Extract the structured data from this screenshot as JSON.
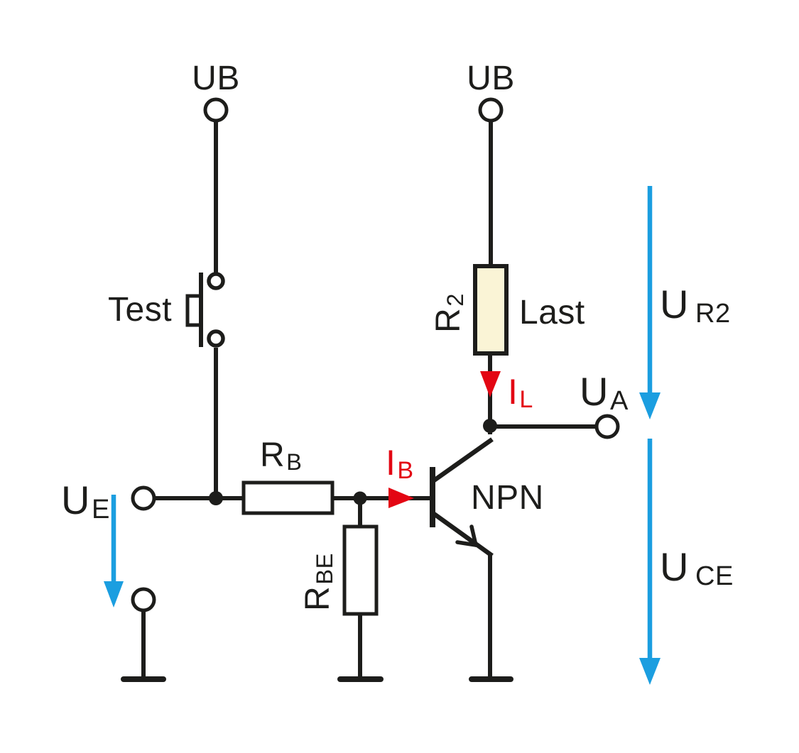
{
  "diagram": {
    "type": "circuit-schematic",
    "description": "NPN transistor switching stage with base resistor, base-emitter resistor, load resistor and test push-button",
    "colors": {
      "wire": "#1d1d1b",
      "current_arrow": "#e30613",
      "voltage_arrow": "#1b9ee0",
      "load_resistor_fill": "#faf4d6",
      "resistor_fill": "#ffffff",
      "background": "#ffffff"
    }
  },
  "labels": {
    "ub_left": "UB",
    "ub_right": "UB",
    "test": "Test",
    "u_e": {
      "base": "U",
      "sub": "E"
    },
    "r_b": {
      "base": "R",
      "sub": "B"
    },
    "r_be": {
      "base": "R",
      "sub": "BE"
    },
    "r_2": {
      "base": "R",
      "sub": "2"
    },
    "last": "Last",
    "i_b": {
      "base": "I",
      "sub": "B"
    },
    "i_l": {
      "base": "I",
      "sub": "L"
    },
    "npn": "NPN",
    "u_a": {
      "base": "U",
      "sub": "A"
    },
    "u_r2": {
      "base": "U",
      "sub": "R2"
    },
    "u_ce": {
      "base": "U",
      "sub": "CE"
    }
  }
}
